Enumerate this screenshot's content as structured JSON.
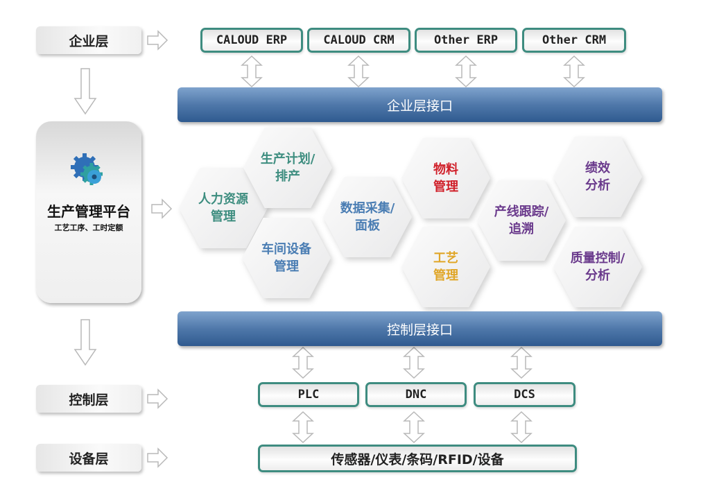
{
  "layers": {
    "enterprise": "企业层",
    "control": "控制层",
    "device": "设备层"
  },
  "enterprise_systems": [
    "CALOUD ERP",
    "CALOUD CRM",
    "Other ERP",
    "Other CRM"
  ],
  "enterprise_interface": "企业层接口",
  "platform": {
    "title": "生产管理平台",
    "subtitle": "工艺工序、工时定额",
    "icon": "gears-icon"
  },
  "modules": [
    {
      "label": "人力资源\n管理",
      "color": "#3d8d7f"
    },
    {
      "label": "生产计划/\n排产",
      "color": "#3d8d7f"
    },
    {
      "label": "车间设备\n管理",
      "color": "#4a7db3"
    },
    {
      "label": "数据采集/\n面板",
      "color": "#4a7db3"
    },
    {
      "label": "物料\n管理",
      "color": "#d0202a"
    },
    {
      "label": "工艺\n管理",
      "color": "#e0a628"
    },
    {
      "label": "产线跟踪/\n追溯",
      "color": "#6a3a8c"
    },
    {
      "label": "绩效\n分析",
      "color": "#6a3a8c"
    },
    {
      "label": "质量控制/\n分析",
      "color": "#6a3a8c"
    }
  ],
  "control_interface": "控制层接口",
  "control_systems": [
    "PLC",
    "DNC",
    "DCS"
  ],
  "device_bar": "传感器/仪表/条码/RFID/设备"
}
